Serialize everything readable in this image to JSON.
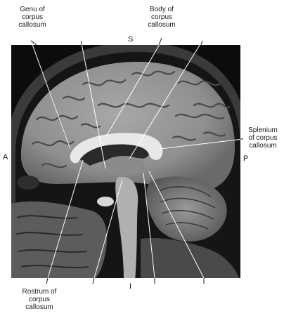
{
  "orientation": {
    "superior": "S",
    "inferior": "I",
    "anterior": "A",
    "posterior": "P"
  },
  "labels": {
    "genu": [
      "Genu of",
      "corpus",
      "callosum"
    ],
    "body": [
      "Body of",
      "corpus",
      "callosum"
    ],
    "splenium": [
      "Splenium",
      "of corpus",
      "callosum"
    ],
    "rostrum": [
      "Rostrum of",
      "corpus",
      "callosum"
    ]
  }
}
